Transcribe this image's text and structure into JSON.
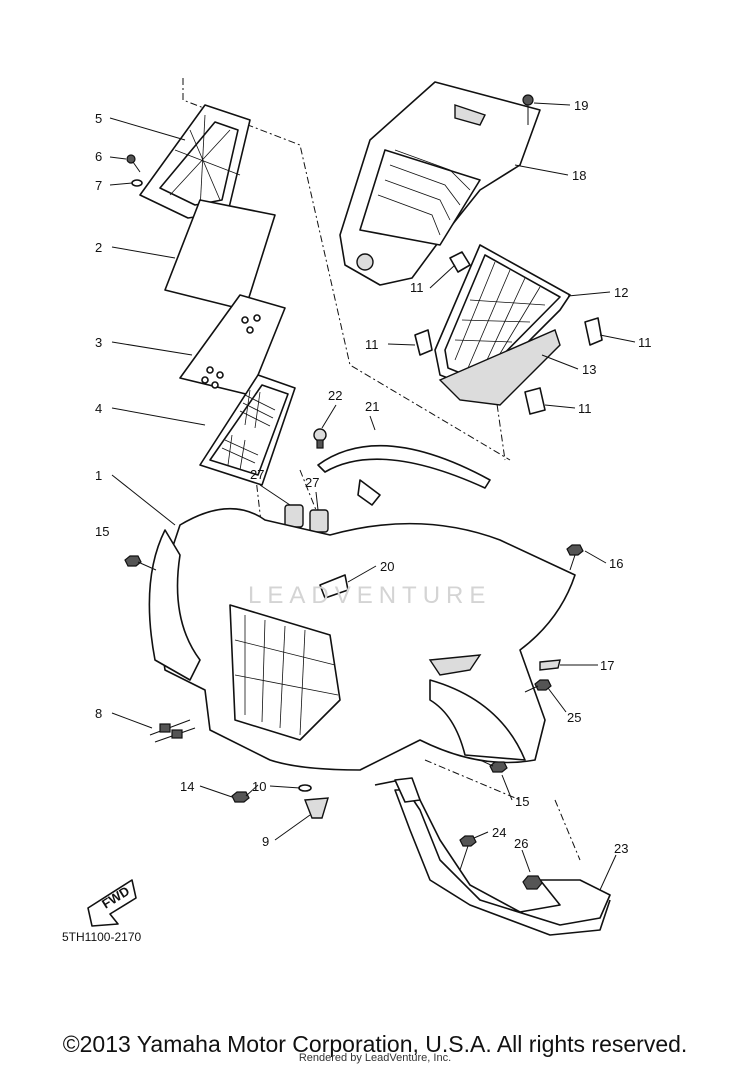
{
  "diagram_code": "5TH1100-2170",
  "fwd_label": "FWD",
  "watermark": "LEADVENTURE",
  "copyright": "©2013 Yamaha Motor Corporation, U.S.A. All rights reserved.",
  "renderer": "Rendered by LeadVenture, Inc.",
  "callouts": [
    {
      "id": "c5",
      "label": "5"
    },
    {
      "id": "c6",
      "label": "6"
    },
    {
      "id": "c7",
      "label": "7"
    },
    {
      "id": "c2",
      "label": "2"
    },
    {
      "id": "c3",
      "label": "3"
    },
    {
      "id": "c4",
      "label": "4"
    },
    {
      "id": "c1",
      "label": "1"
    },
    {
      "id": "c15a",
      "label": "15"
    },
    {
      "id": "c8",
      "label": "8"
    },
    {
      "id": "c14",
      "label": "14"
    },
    {
      "id": "c10",
      "label": "10"
    },
    {
      "id": "c9",
      "label": "9"
    },
    {
      "id": "c19",
      "label": "19"
    },
    {
      "id": "c18",
      "label": "18"
    },
    {
      "id": "c11a",
      "label": "11"
    },
    {
      "id": "c12",
      "label": "12"
    },
    {
      "id": "c11b",
      "label": "11"
    },
    {
      "id": "c11c",
      "label": "11"
    },
    {
      "id": "c13",
      "label": "13"
    },
    {
      "id": "c11d",
      "label": "11"
    },
    {
      "id": "c22",
      "label": "22"
    },
    {
      "id": "c21",
      "label": "21"
    },
    {
      "id": "c27a",
      "label": "27"
    },
    {
      "id": "c27b",
      "label": "27"
    },
    {
      "id": "c20",
      "label": "20"
    },
    {
      "id": "c16",
      "label": "16"
    },
    {
      "id": "c17",
      "label": "17"
    },
    {
      "id": "c25",
      "label": "25"
    },
    {
      "id": "c15b",
      "label": "15"
    },
    {
      "id": "c24",
      "label": "24"
    },
    {
      "id": "c26",
      "label": "26"
    },
    {
      "id": "c23",
      "label": "23"
    }
  ]
}
